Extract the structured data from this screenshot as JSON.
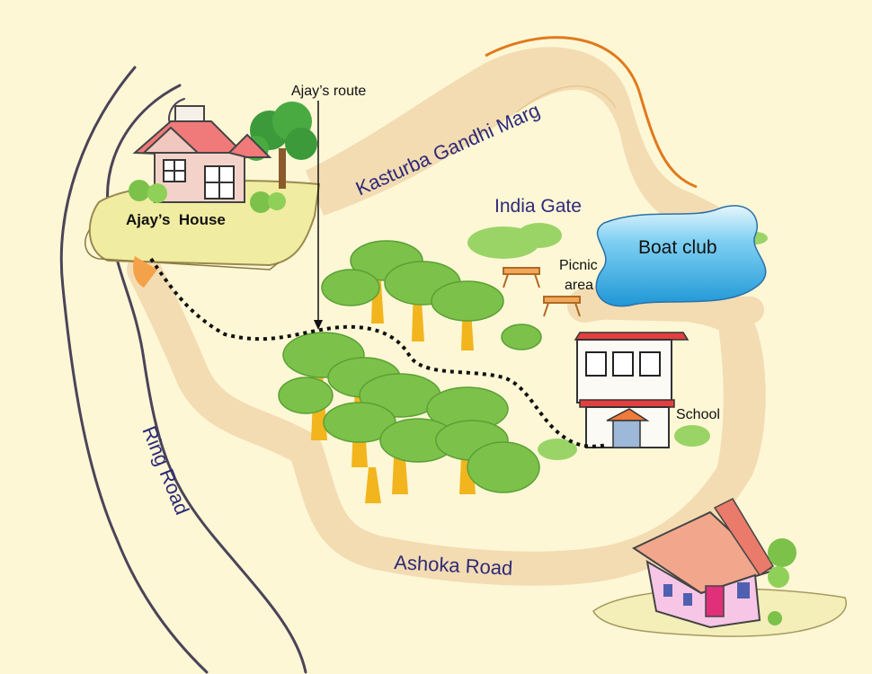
{
  "map": {
    "labels": {
      "route": "Ajay’s route",
      "house": "Ajay’s  House",
      "kasturba": "Kasturba Gandhi Marg",
      "india_gate": "India Gate",
      "boat_club": "Boat club",
      "picnic_line1": "Picnic",
      "picnic_line2": "area",
      "school": "School",
      "ring_road": "Ring Road",
      "ashoka_road": "Ashoka Road"
    },
    "colors": {
      "background": "#fdf7d6",
      "road": "#f3dcb2",
      "road_edge": "#e8c894",
      "lake": "#45b3e6",
      "foliage": "#7cc14a",
      "trunk": "#f2b51d",
      "route": "#111111",
      "text_blue": "#2e2a78"
    }
  }
}
